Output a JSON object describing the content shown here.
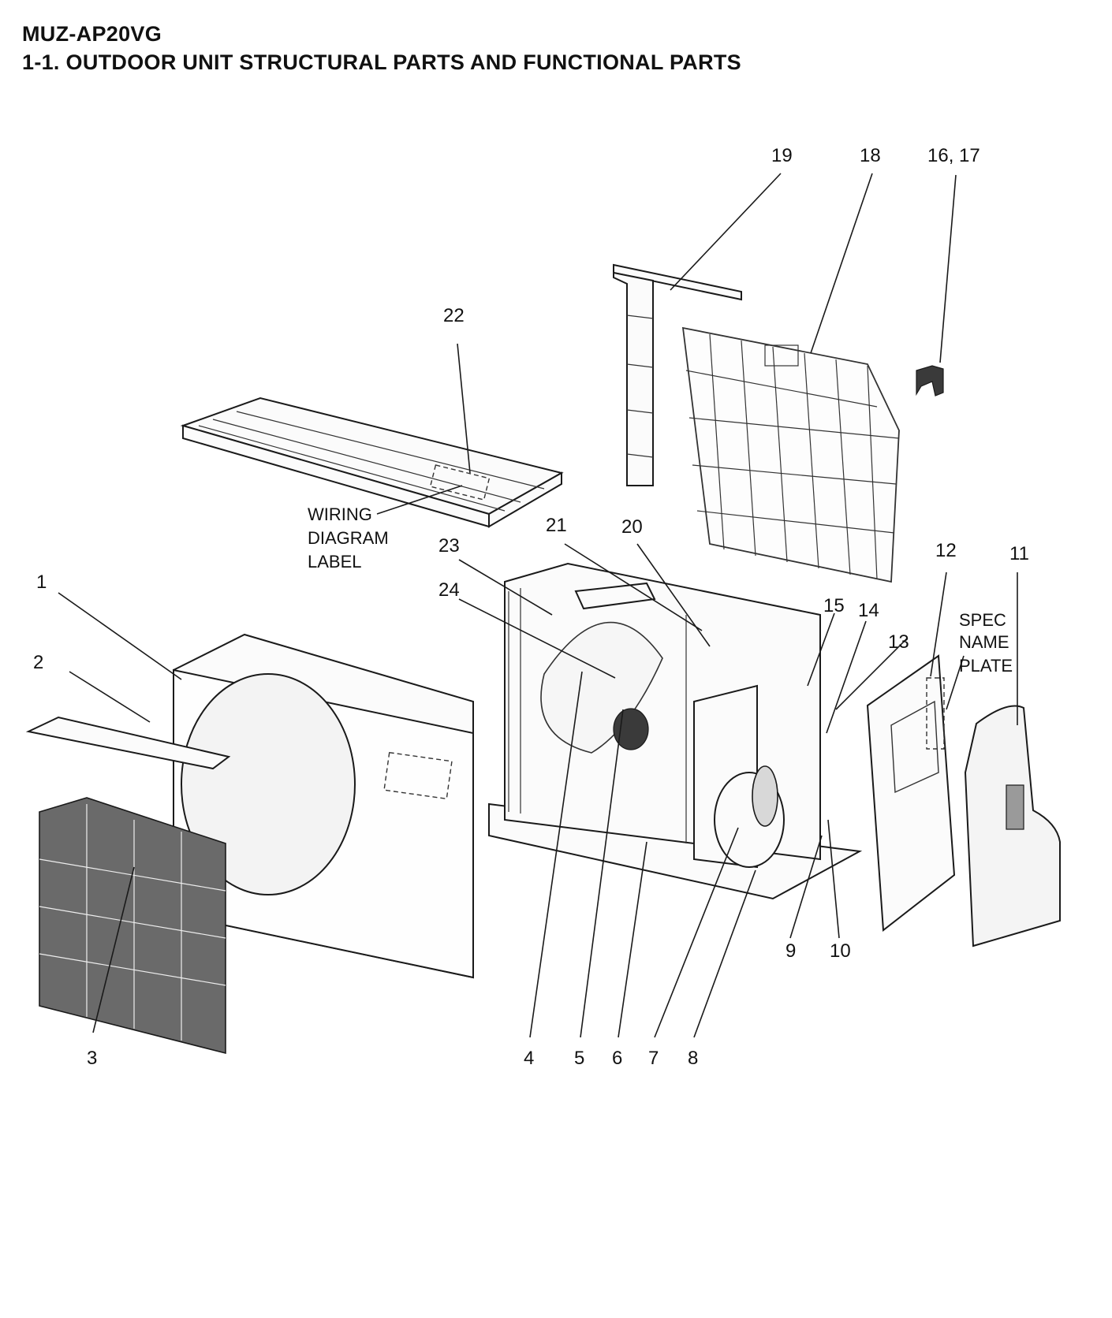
{
  "header": {
    "model": "MUZ-AP20VG",
    "section_title": "1-1. OUTDOOR UNIT STRUCTURAL PARTS AND FUNCTIONAL PARTS"
  },
  "callouts": {
    "c1": "1",
    "c2": "2",
    "c3": "3",
    "c4": "4",
    "c5": "5",
    "c6": "6",
    "c7": "7",
    "c8": "8",
    "c9": "9",
    "c10": "10",
    "c11": "11",
    "c12": "12",
    "c13": "13",
    "c14": "14",
    "c15": "15",
    "c16_17": "16, 17",
    "c18": "18",
    "c19": "19",
    "c20": "20",
    "c21": "21",
    "c22": "22",
    "c23": "23",
    "c24": "24"
  },
  "notes": {
    "wiring_1": "WIRING",
    "wiring_2": "DIAGRAM",
    "wiring_3": "LABEL",
    "spec_1": "SPEC",
    "spec_2": "NAME",
    "spec_3": "PLATE"
  }
}
